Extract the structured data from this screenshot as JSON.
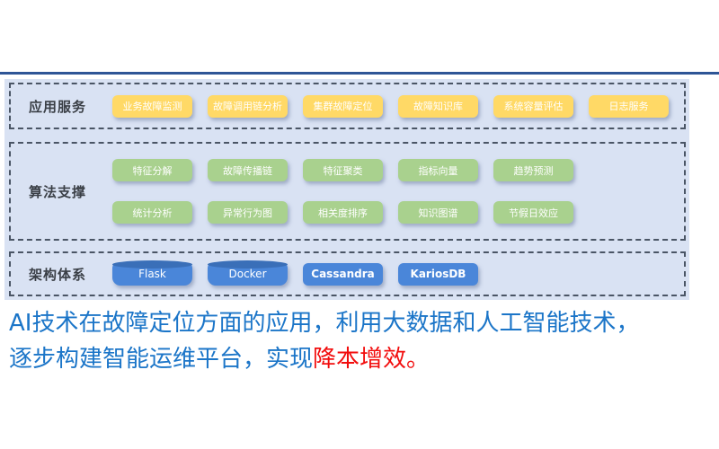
{
  "divider": {
    "color": "#2E5596"
  },
  "diagram": {
    "panels": [
      {
        "label": "应用服务",
        "chip_color": "#FFD966",
        "buttons": [
          "业务故障监测",
          "故障调用链分析",
          "集群故障定位",
          "故障知识库",
          "系统容量评估",
          "日志服务"
        ]
      },
      {
        "label": "算法支撑",
        "chip_color": "#A9D18E",
        "rows": [
          [
            "特征分解",
            "故障传播链",
            "特征聚类",
            "指标向量",
            "趋势预测"
          ],
          [
            "统计分析",
            "异常行为图",
            "相关度排序",
            "知识图谱",
            "节假日效应"
          ]
        ]
      },
      {
        "label": "架构体系",
        "chip_color": "#4A86D9",
        "buttons": [
          {
            "label": "Flask",
            "shape": "cylinder"
          },
          {
            "label": "Docker",
            "shape": "cylinder"
          },
          {
            "label": "Cassandra",
            "shape": "rounded-rect"
          },
          {
            "label": "KariosDB",
            "shape": "rounded-rect"
          }
        ]
      }
    ],
    "panel_bg": "#D9E2F3",
    "dash_color": "#4A5565"
  },
  "footer": {
    "line1": "AI技术在故障定位方面的应用，利用大数据和人工智能技术，",
    "line2_blue": "逐步构建智能运维平台，实现",
    "line2_red": "降本增效。",
    "blue_color": "#1B75C8",
    "red_color": "#F20D0D"
  }
}
